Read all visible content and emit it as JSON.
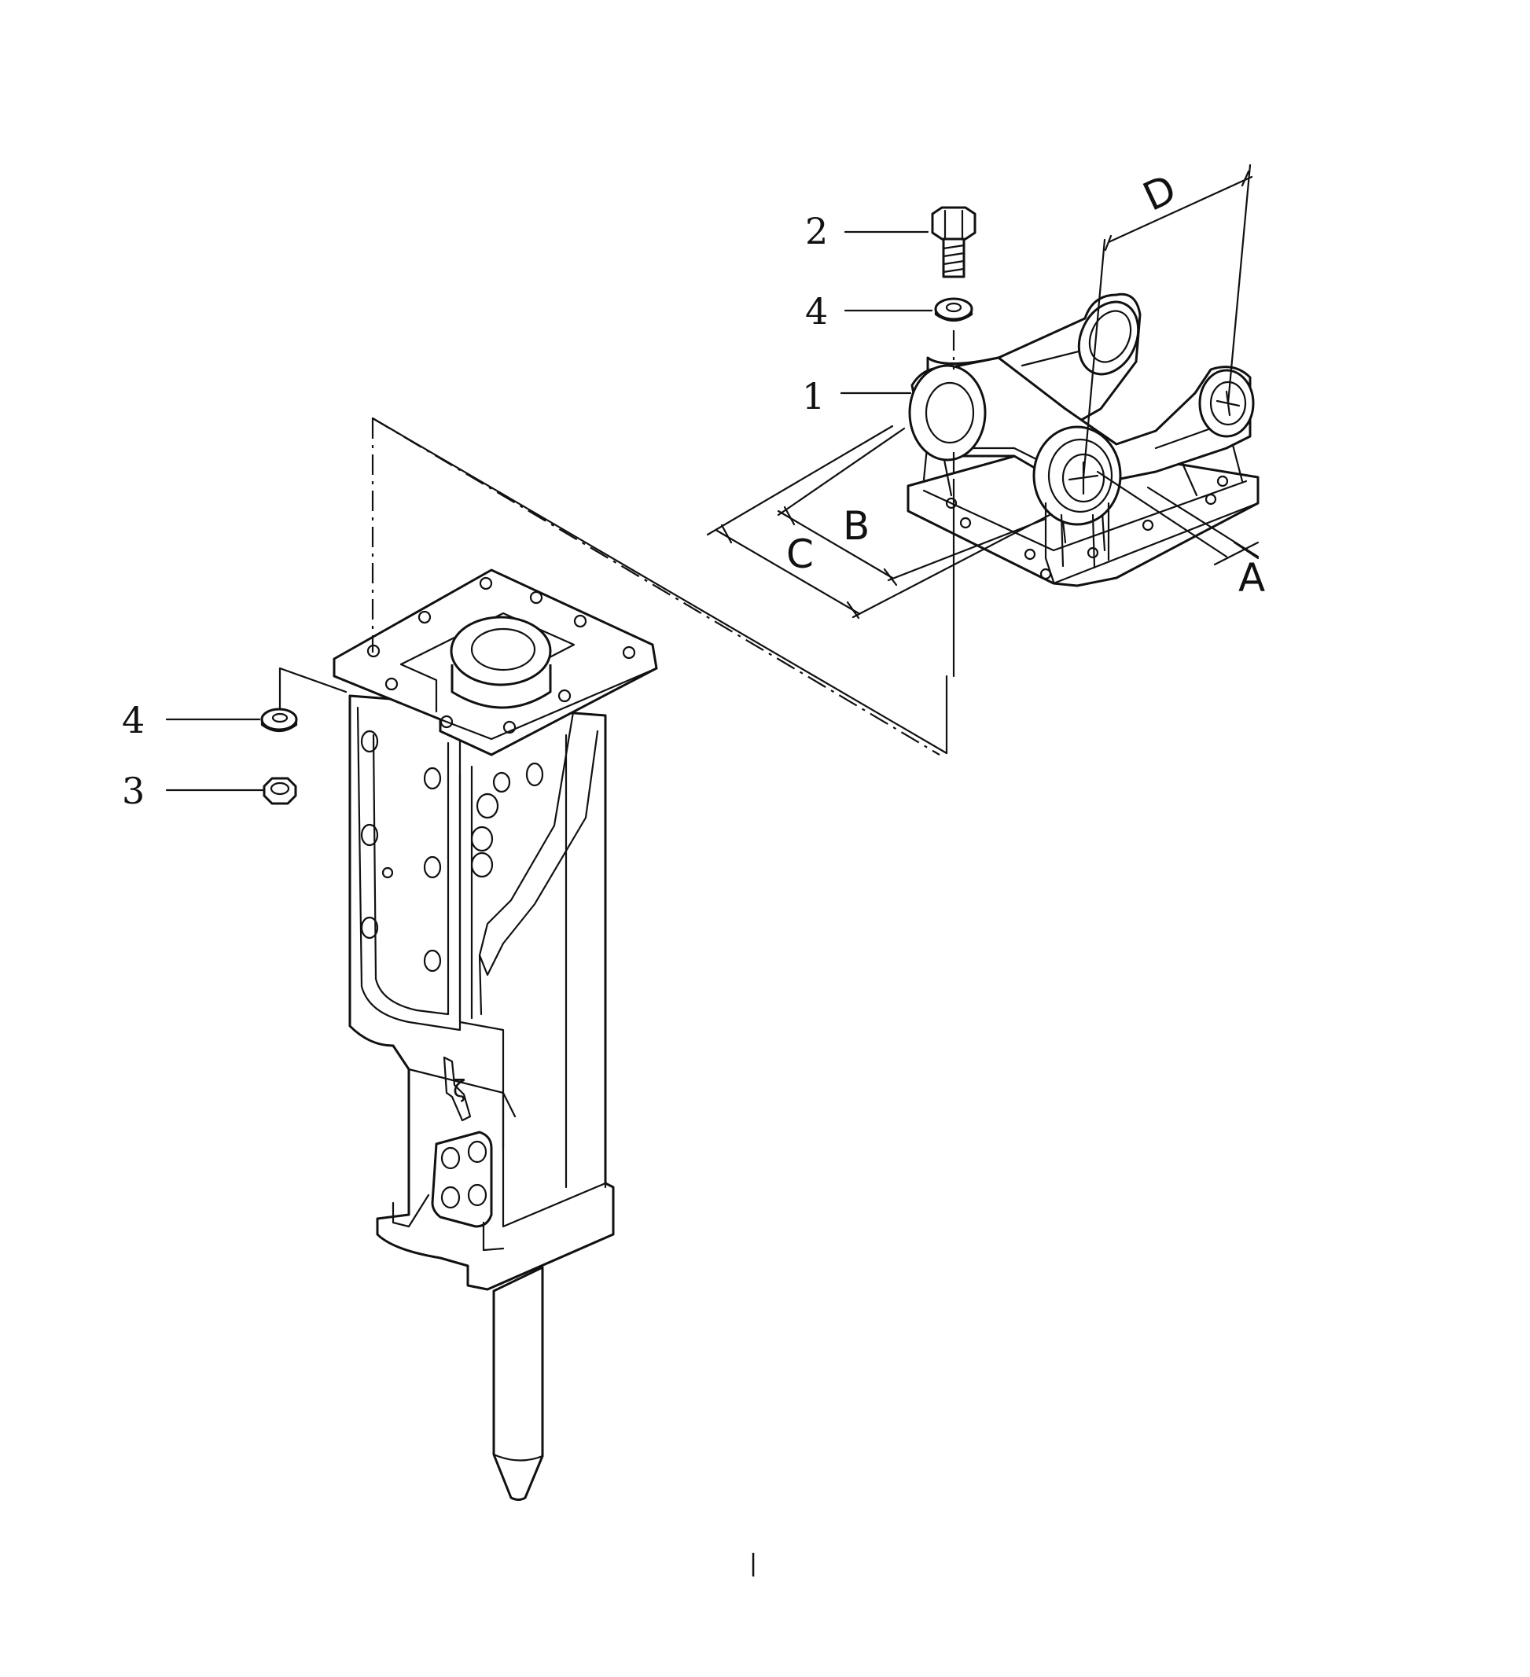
{
  "callouts": {
    "part_1": "1",
    "part_2": "2",
    "part_3": "3",
    "part_4_top": "4",
    "part_4_left": "4"
  },
  "dimensions": {
    "a": "A",
    "b": "B",
    "c": "C",
    "d": "D"
  },
  "footer": {
    "page_mark": "|"
  }
}
